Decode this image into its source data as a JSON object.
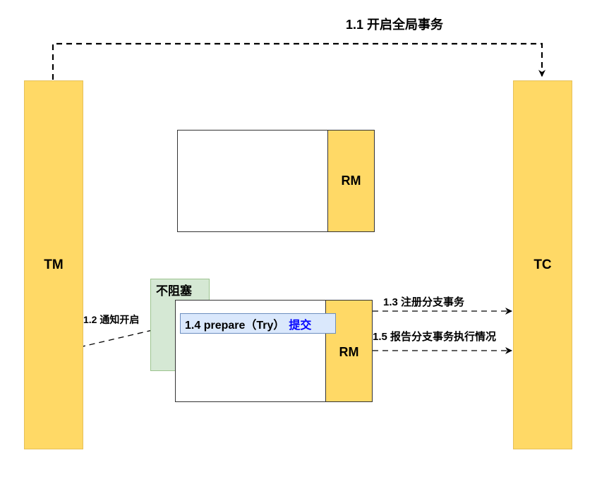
{
  "participants": {
    "tm": {
      "label": "TM"
    },
    "tc": {
      "label": "TC"
    }
  },
  "resource_managers": [
    {
      "label": "RM"
    },
    {
      "label": "RM"
    }
  ],
  "non_blocking": {
    "label": "不阻塞"
  },
  "steps": {
    "s1_1": "1.1 开启全局事务",
    "s1_2": "1.2 通知开启",
    "s1_3": "1.3 注册分支事务",
    "s1_4_prefix": "1.4 prepare（Try）",
    "s1_4_suffix": "提交",
    "s1_5": "1.5 报告分支事务执行情况"
  },
  "colors": {
    "participant_fill": "#ffd966",
    "non_blocking_fill": "#d5e8d4",
    "step_fill": "#dae8fc",
    "highlight_text": "#0000ff"
  }
}
